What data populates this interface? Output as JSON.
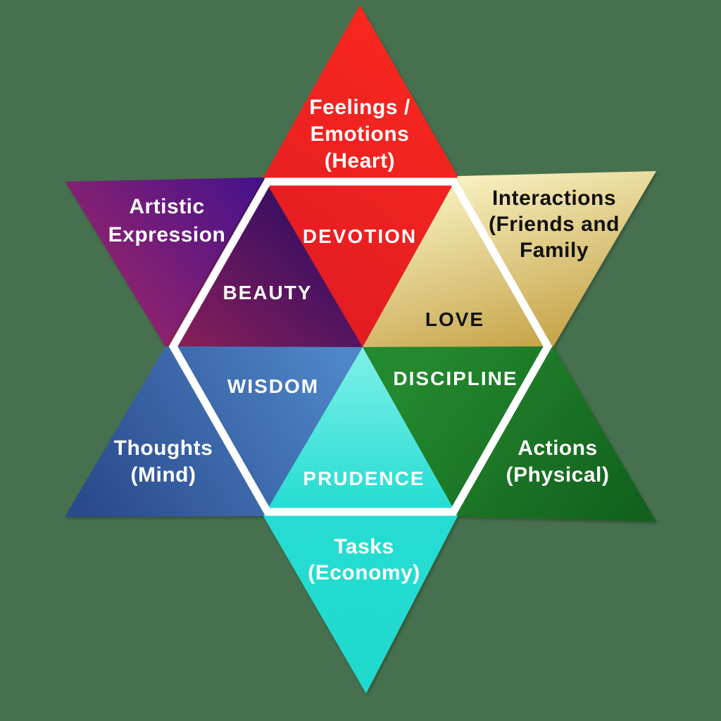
{
  "diagram_title": "Six-pointed star virtues diagram",
  "sections": {
    "top": {
      "line1": "Feelings /",
      "line2": "Emotions",
      "line3": "(Heart)",
      "virtue": "DEVOTION"
    },
    "upper_left": {
      "line1": "Artistic",
      "line2": "Expression",
      "virtue": "BEAUTY"
    },
    "upper_right": {
      "line1": "Interactions",
      "line2": "(Friends and",
      "line3": "Family",
      "virtue": "LOVE"
    },
    "lower_left": {
      "line1": "Thoughts",
      "line2": "(Mind)",
      "virtue": "WISDOM"
    },
    "lower_right": {
      "line1": "Actions",
      "line2": "(Physical)",
      "virtue": "DISCIPLINE"
    },
    "bottom": {
      "line1": "Tasks",
      "line2": "(Economy)",
      "virtue": "PRUDENCE"
    }
  },
  "colors": {
    "background": "#47714E",
    "red_light": "#F8271E",
    "red_dark": "#E21B23",
    "purple_dark": "#45128C",
    "purple_magenta": "#9B2569",
    "purple_inner_top": "#310D64",
    "purple_inner_bottom": "#8A2058",
    "gold_light": "#F7EFBE",
    "gold_dark": "#C19C3C",
    "blue_light": "#4E86C9",
    "blue_dark": "#2A4A8C",
    "green_light": "#2AA136",
    "green_dark": "#157122",
    "cyan_light": "#7FF0E8",
    "cyan_mid": "#27DDD3",
    "cyan_dark": "#1FD9CE",
    "hexagon_stroke": "#FFFFFF",
    "text_light": "#FFFFFF",
    "text_dark": "#111111"
  }
}
